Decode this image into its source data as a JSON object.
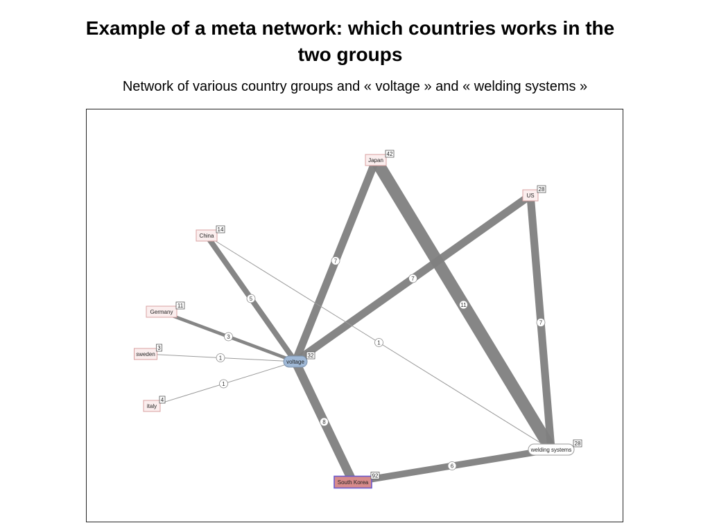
{
  "slide": {
    "title": "Example of a meta network: which countries works in the two groups",
    "subtitle": "Network of various country groups and « voltage » and « welding systems »"
  },
  "colors": {
    "edge": "#7f7f7f",
    "country_fill": "#f2d6d6",
    "country_border": "#d9a0a0",
    "voltage_fill": "#9fb8d6",
    "korea_fill": "#d88b8b",
    "korea_border": "#6a5acd"
  },
  "network": {
    "nodes": [
      {
        "id": "japan",
        "label": "Japan",
        "count": "42",
        "kind": "country"
      },
      {
        "id": "us",
        "label": "US",
        "count": "28",
        "kind": "country"
      },
      {
        "id": "china",
        "label": "China",
        "count": "14",
        "kind": "country"
      },
      {
        "id": "germany",
        "label": "Germany",
        "count": "11",
        "kind": "country"
      },
      {
        "id": "sweden",
        "label": "sweden",
        "count": "3",
        "kind": "country"
      },
      {
        "id": "italy",
        "label": "italy",
        "count": "4",
        "kind": "country"
      },
      {
        "id": "voltage",
        "label": "voltage",
        "count": "32",
        "kind": "group"
      },
      {
        "id": "welding",
        "label": "welding systems",
        "count": "28",
        "kind": "group"
      },
      {
        "id": "korea",
        "label": "South Korea",
        "count": "92",
        "kind": "highlight"
      }
    ],
    "edges": [
      {
        "source": "japan",
        "target": "voltage",
        "weight": 7,
        "label": "7"
      },
      {
        "source": "japan",
        "target": "welding",
        "weight": 11,
        "label": "11"
      },
      {
        "source": "us",
        "target": "voltage",
        "weight": 7,
        "label": "7"
      },
      {
        "source": "us",
        "target": "welding",
        "weight": 7,
        "label": "7"
      },
      {
        "source": "china",
        "target": "voltage",
        "weight": 5,
        "label": "5"
      },
      {
        "source": "china",
        "target": "welding",
        "weight": 1,
        "label": "1"
      },
      {
        "source": "germany",
        "target": "voltage",
        "weight": 3,
        "label": "3"
      },
      {
        "source": "sweden",
        "target": "voltage",
        "weight": 1,
        "label": "1"
      },
      {
        "source": "italy",
        "target": "voltage",
        "weight": 1,
        "label": "1"
      },
      {
        "source": "korea",
        "target": "voltage",
        "weight": 8,
        "label": "8"
      },
      {
        "source": "korea",
        "target": "welding",
        "weight": 6,
        "label": "6"
      }
    ]
  }
}
